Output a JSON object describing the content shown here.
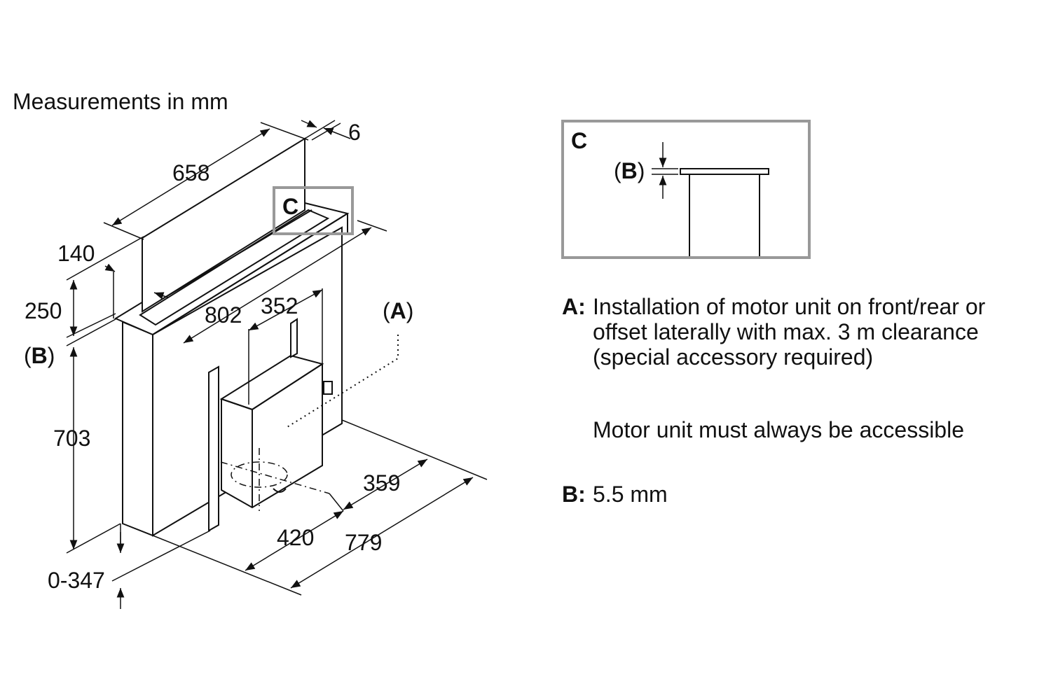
{
  "heading": "Measurements in mm",
  "dimensions": {
    "d658": "658",
    "d6": "6",
    "d140": "140",
    "d250": "250",
    "d802": "802",
    "d352": "352",
    "d703": "703",
    "d359": "359",
    "d420": "420",
    "d779": "779",
    "d0_347": "0-347"
  },
  "markers": {
    "a_open": "(",
    "a_letter": "A",
    "a_close": ")",
    "b_open": "(",
    "b_letter": "B",
    "b_close": ")",
    "c_main": "C",
    "c_detail": "C",
    "detail_b_open": "(",
    "detail_b_letter": "B",
    "detail_b_close": ")"
  },
  "legend": {
    "a_key": "A:",
    "a_text": "Installation of motor unit on front/rear or\noffset laterally with max. 3 m clearance\n(special accessory required)",
    "note": "Motor unit must always be accessible",
    "b_key": "B:",
    "b_text": "5.5 mm"
  },
  "colors": {
    "line": "#111111",
    "callout_frame": "#999999"
  }
}
